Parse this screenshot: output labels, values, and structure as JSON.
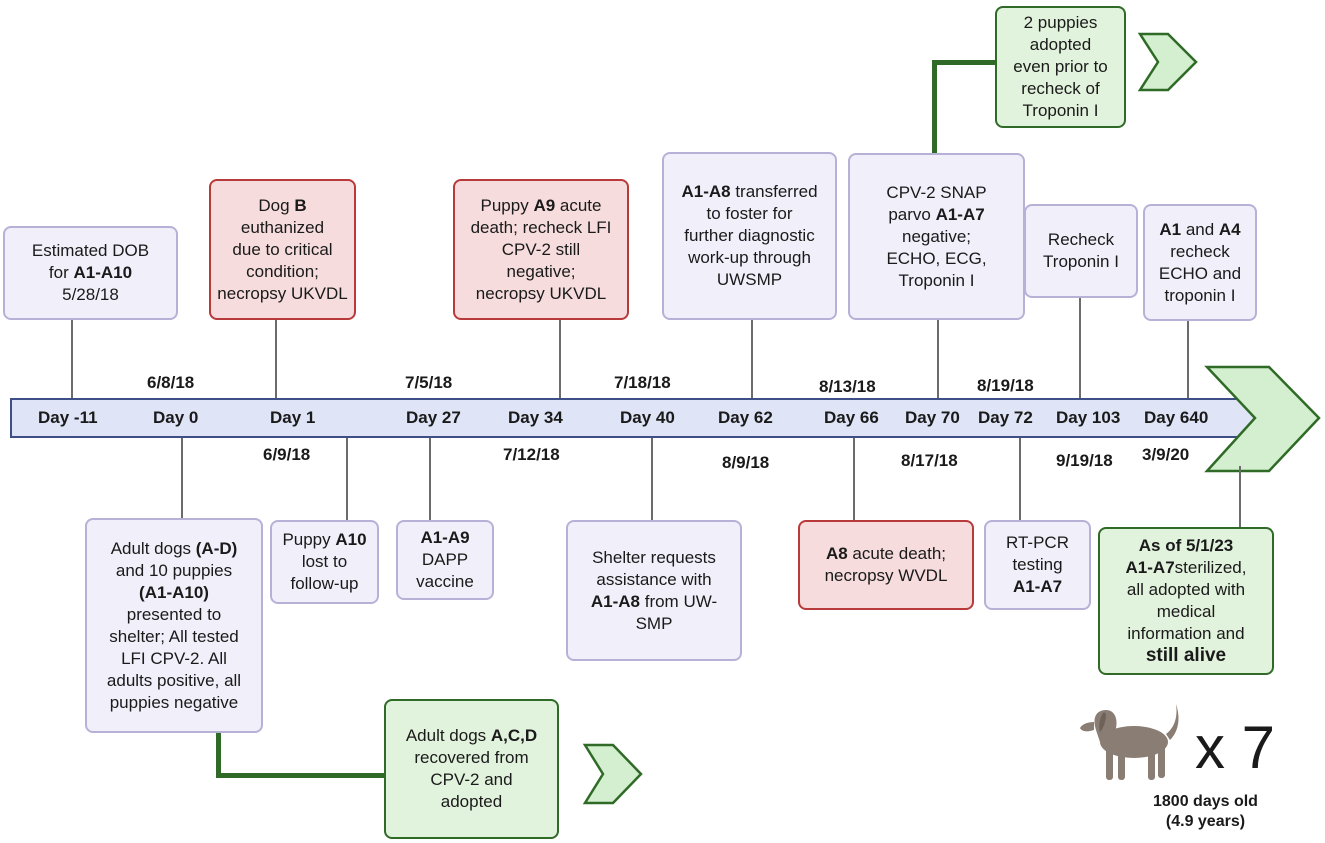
{
  "timeline": {
    "days": [
      "Day -11",
      "Day 0",
      "Day 1",
      "Day 27",
      "Day 34",
      "Day 40",
      "Day 62",
      "Day 66",
      "Day 70",
      "Day 72",
      "Day 103",
      "Day 640"
    ],
    "dates_above": [
      "6/8/18",
      "7/5/18",
      "7/18/18",
      "8/13/18",
      "8/19/18"
    ],
    "dates_below": [
      "6/9/18",
      "7/12/18",
      "8/9/18",
      "8/17/18",
      "9/19/18",
      "3/9/20"
    ]
  },
  "boxes": {
    "dob": {
      "l1": "Estimated DOB",
      "l2a": "for ",
      "l2b": "A1-A10",
      "l3": "5/28/18"
    },
    "euth": {
      "l1a": "Dog ",
      "l1b": "B",
      "l1c": " euthanized",
      "l2": "due to critical",
      "l3": "condition;",
      "l4": "necropsy UKVDL"
    },
    "a9": {
      "l1a": "Puppy ",
      "l1b": "A9",
      "l1c": " acute",
      "l2": "death; recheck LFI",
      "l3": "CPV-2  still",
      "l4": "negative;",
      "l5": "necropsy UKVDL"
    },
    "foster": {
      "l1a": "A1-A8",
      "l1b": " transferred",
      "l2": "to foster for",
      "l3": "further diagnostic",
      "l4": "work-up through",
      "l5": "UWSMP"
    },
    "snap": {
      "l1": "CPV-2 SNAP",
      "l2a": "parvo ",
      "l2b": "A1-A7",
      "l3": "negative;",
      "l4": "ECHO, ECG,",
      "l5": "Troponin I"
    },
    "adopted2": {
      "l1": "2 puppies",
      "l2": "adopted",
      "l3": "even prior to",
      "l4": "recheck of",
      "l5": "Troponin I"
    },
    "recheck": {
      "l1": "Recheck",
      "l2": "Troponin I"
    },
    "a1a4": {
      "l1a": "A1",
      "l1b": " and ",
      "l1c": "A4",
      "l2": "recheck",
      "l3": "ECHO and",
      "l4": "troponin I"
    },
    "adults": {
      "l1a": "Adult dogs ",
      "l1b": "(A-D)",
      "l2": "and 10 puppies",
      "l3": "(A1-A10)",
      "l4": "presented to",
      "l5": "shelter; All tested",
      "l6": "LFI CPV-2.  All",
      "l7": "adults positive, all",
      "l8": "puppies negative"
    },
    "a10": {
      "l1a": "Puppy ",
      "l1b": "A10",
      "l2": "lost to",
      "l3": "follow-up"
    },
    "dapp": {
      "l1": "A1-A9",
      "l2": "DAPP",
      "l3": "vaccine"
    },
    "shelter": {
      "l1": "Shelter requests",
      "l2": "assistance with",
      "l3a": "A1-A8",
      "l3b": " from UW-",
      "l4": "SMP"
    },
    "a8": {
      "l1a": "A8",
      "l1b": " acute death;",
      "l2": "necropsy WVDL"
    },
    "rtpcr": {
      "l1": "RT-PCR",
      "l2": "testing",
      "l3": "A1-A7"
    },
    "alive": {
      "l1": "As of 5/1/23",
      "l2a": "A1-A7",
      "l2b": "sterilized,",
      "l3": "all adopted with",
      "l4": "medical",
      "l5": "information and",
      "l6": "still alive"
    },
    "recovered": {
      "l1a": "Adult dogs ",
      "l1b": "A,C,D",
      "l2": "recovered from",
      "l3": "CPV-2 and",
      "l4": "adopted"
    }
  },
  "summary": {
    "count": "x 7",
    "age_line1": "1800 days old",
    "age_line2": "(4.9 years)"
  },
  "colors": {
    "neutral": "#f1eff9",
    "red": "#f6dcdc",
    "green": "#e2f3dd",
    "bar": "#dfe5f7"
  },
  "icons": [
    "dog-icon",
    "chevron-arrow-icon",
    "timeline-arrow-icon"
  ]
}
